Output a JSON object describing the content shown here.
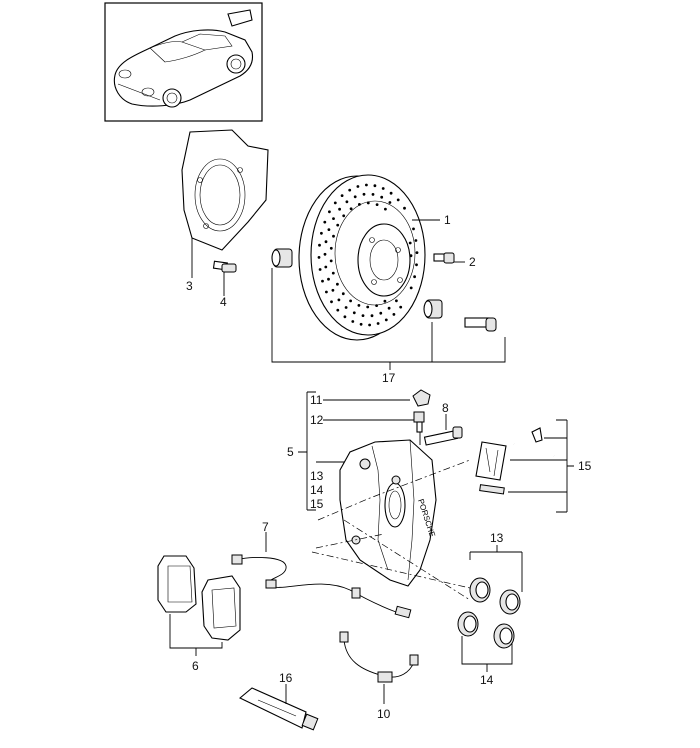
{
  "callouts": {
    "c1": "1",
    "c2": "2",
    "c3": "3",
    "c4": "4",
    "c5": "5",
    "c6": "6",
    "c7": "7",
    "c8": "8",
    "c10": "10",
    "c11": "11",
    "c12": "12",
    "c13a": "13",
    "c13b": "13",
    "c14a": "14",
    "c14b": "14",
    "c15a": "15",
    "c15b": "15",
    "c16": "16",
    "c17": "17"
  },
  "caliper_brand": "PORSCHE"
}
